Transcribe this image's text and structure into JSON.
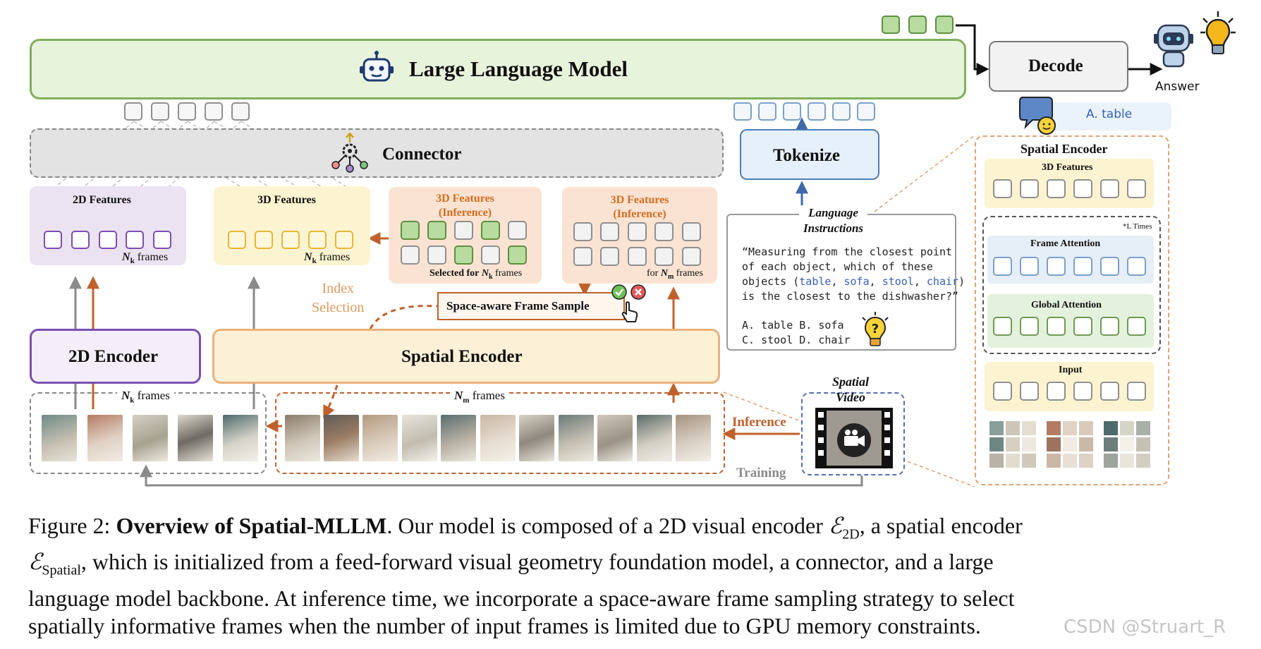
{
  "diagram": {
    "llm_label": "Large Language Model",
    "decode_label": "Decode",
    "answer_label": "Answer",
    "answer_text": "A. table",
    "connector_label": "Connector",
    "tokenize_label": "Tokenize",
    "features_2d_title": "2D Features",
    "features_2d_frames": "N",
    "features_2d_sub": "k",
    "frames_word": "frames",
    "features_3d_title": "3D Features",
    "inference_title_1": "3D Features",
    "inference_title_2": "(Inference)",
    "selected_prefix": "Selected for",
    "for_prefix": "for",
    "sub_m": "m",
    "index_selection": [
      "Index",
      "Selection"
    ],
    "frame_sample_label": "Space-aware Frame Sample",
    "encoder_2d_label": "2D Encoder",
    "spatial_encoder_label": "Spatial Encoder",
    "inference_label": "Inference",
    "training_label": "Training",
    "spatial_video_label": [
      "Spatial",
      "Video"
    ],
    "language_instructions": [
      "Language",
      "Instructions"
    ],
    "question_lines": [
      "“Measuring from the closest point",
      "of each object, which of these"
    ],
    "question_line3_prefix": "objects (",
    "question_objects": [
      "table",
      "sofa",
      "stool",
      "chair"
    ],
    "question_line3_suffix": ")",
    "question_line4": "is the closest to the dishwasher?”",
    "options_line1": "A. table B. sofa",
    "options_line2": "C. stool D. chair",
    "panel_title": "Spatial Encoder",
    "panel_3d_features": "3D Features",
    "panel_l_times": "*L Times",
    "panel_frame_attention": "Frame Attention",
    "panel_global_attention": "Global Attention",
    "panel_input": "Input"
  },
  "caption": {
    "prefix": "Figure 2: ",
    "bold": "Overview of Spatial-MLLM",
    "line1_rest": ". Our model is composed of a 2D visual encoder ",
    "e2d": "ℰ",
    "e2d_sub": "2D",
    "line1_end": ", a spatial encoder",
    "espatial": "ℰ",
    "espatial_sub": "Spatial",
    "line2_rest": ", which is initialized from a feed-forward visual geometry foundation model, a connector, and a large",
    "line3": "language model backbone. At inference time, we incorporate a space-aware frame sampling strategy to select",
    "line4": "spatially informative frames when the number of input frames is limited due to GPU memory constraints.",
    "watermark": "CSDN @Struart_R"
  },
  "colors": {
    "llm_green": "#7fb05a",
    "purple": "#7a4fb0",
    "orange": "#c0612b",
    "yellow": "#e6b53a",
    "blue": "#4f7cb5"
  },
  "icons": [
    "robot-icon",
    "connector-icon",
    "robot-answer-icon",
    "lightbulb-icon",
    "thumbs-up-icon",
    "question-bulb-icon",
    "check-icon",
    "cross-icon",
    "cursor-icon",
    "camera-icon"
  ]
}
